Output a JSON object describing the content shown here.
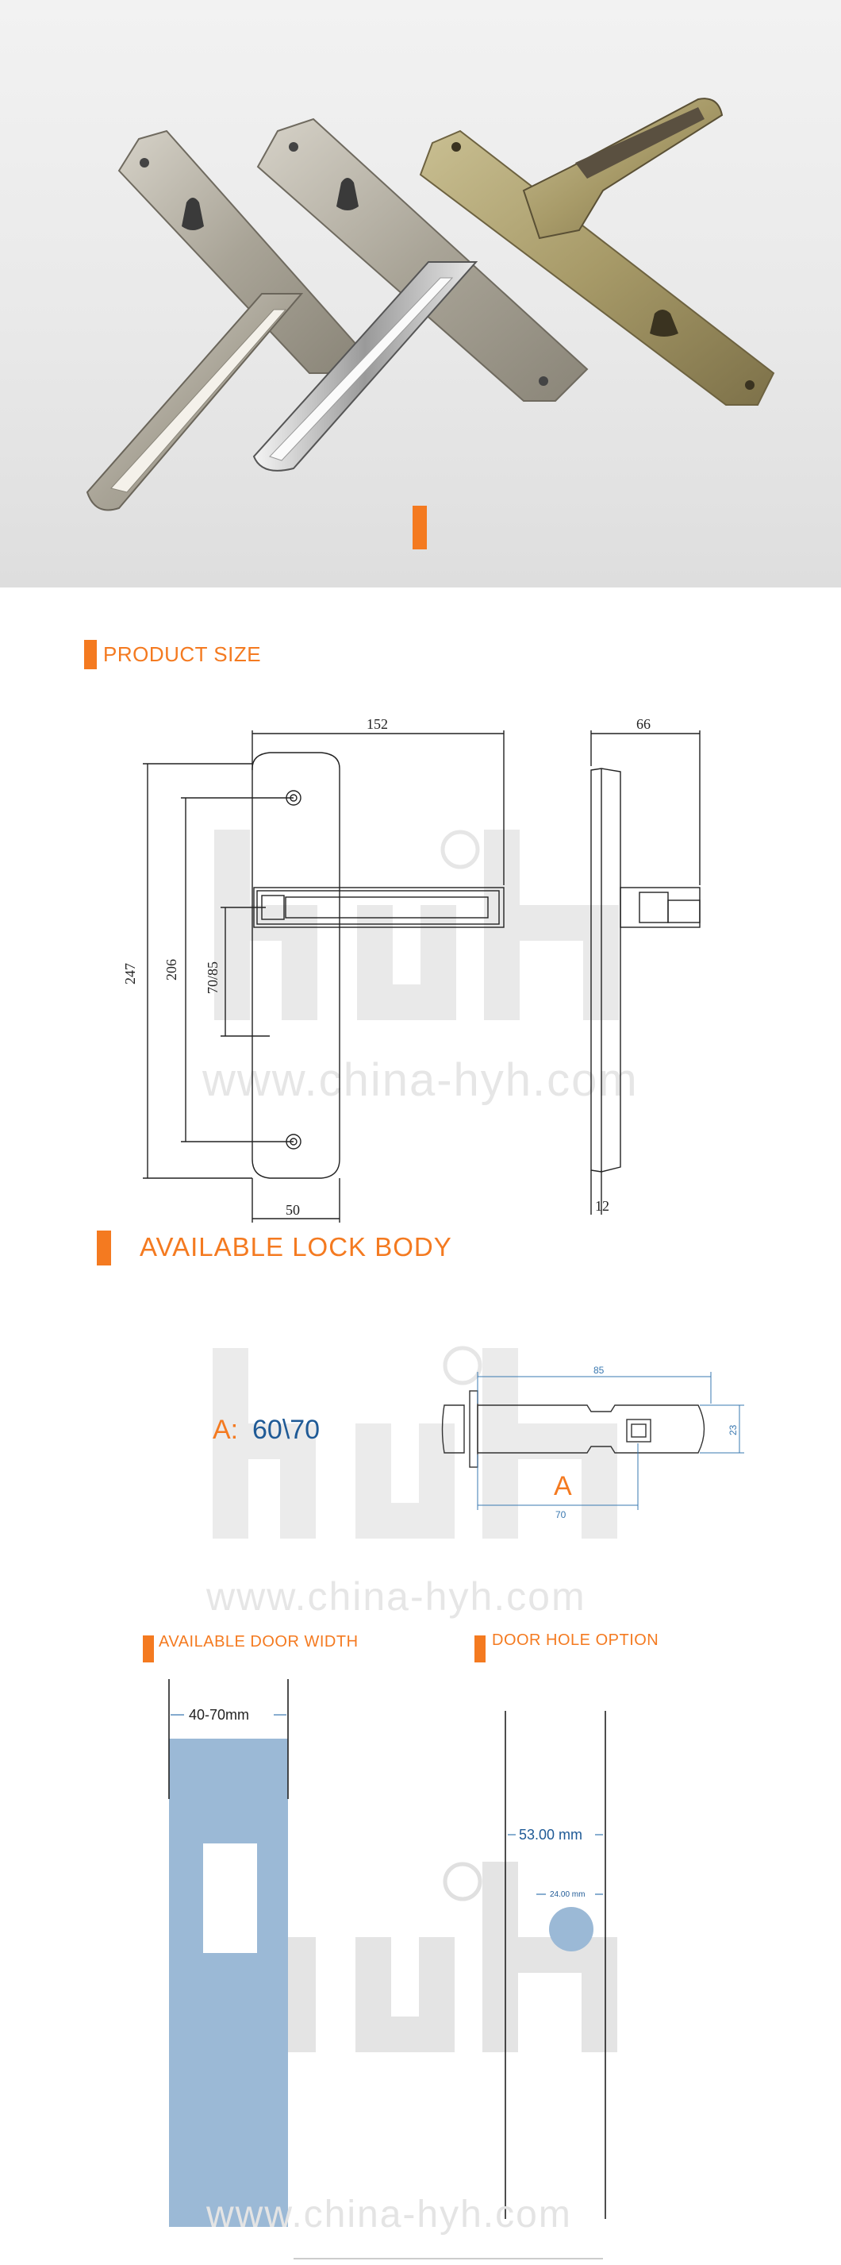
{
  "colors": {
    "accent": "#f47a20",
    "blue_text": "#1f5a96",
    "door_fill": "#9bb9d6",
    "watermark": "#e4e4e4"
  },
  "watermark": {
    "url": "www.china-hyh.com"
  },
  "sections": {
    "product_size": {
      "title": "PRODUCT SIZE"
    },
    "lock_body": {
      "title": "AVAILABLE LOCK BODY"
    },
    "door_width": {
      "title": "AVAILABLE DOOR WIDTH"
    },
    "door_hole": {
      "title": "DOOR HOLE OPTION"
    }
  },
  "dimensions": {
    "width_152": "152",
    "height_247": "247",
    "height_206": "206",
    "center_70_85": "70/85",
    "plate_width_50": "50",
    "depth_66": "66",
    "thickness_12": "12"
  },
  "lock_body": {
    "label_prefix": "A:",
    "label_value": "60\\70",
    "marker": "A",
    "dim_85": "85",
    "dim_70": "70",
    "dim_23": "23"
  },
  "door_width": {
    "range": "40-70mm"
  },
  "door_hole": {
    "width": "53.00 mm",
    "hole": "24.00 mm"
  }
}
